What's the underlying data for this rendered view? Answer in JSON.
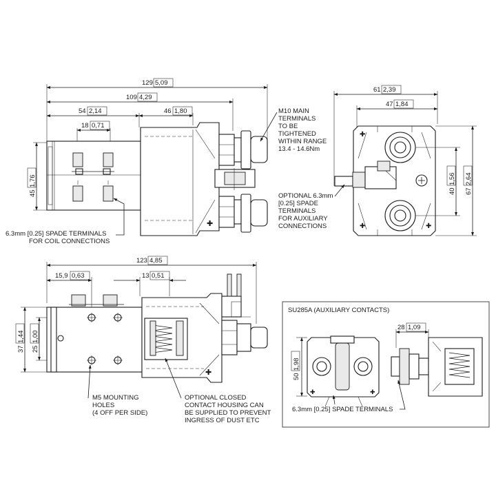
{
  "drawing": {
    "top_view": {
      "dims": {
        "overall": "129",
        "overall_in": "5,09",
        "to_terminal": "109",
        "to_terminal_in": "4,29",
        "coil_section": "54",
        "coil_section_in": "2,14",
        "spade_pitch": "18",
        "spade_pitch_in": "0,71",
        "housing": "46",
        "housing_in": "1,80",
        "height": "45",
        "height_in": "1,76"
      },
      "notes": {
        "main_terminals": [
          "M10 MAIN",
          "TERMINALS",
          "TO BE",
          "TIGHTENED",
          "WITHIN RANGE",
          "13.4 - 14.6Nm"
        ],
        "coil_spades": [
          "6.3mm [0.25] SPADE TERMINALS",
          "FOR COIL CONNECTIONS"
        ]
      }
    },
    "end_view": {
      "dims": {
        "width": "61",
        "width_in": "2,39",
        "inner_width": "47",
        "inner_width_in": "1,84",
        "terminal_pitch": "40",
        "terminal_pitch_in": "1,56",
        "height": "67",
        "height_in": "2,64"
      },
      "notes": {
        "aux_spades": [
          "OPTIONAL 6.3mm",
          "[0.25] SPADE",
          "TERMINALS",
          "FOR AUXILIARY",
          "CONNECTIONS"
        ]
      }
    },
    "side_view": {
      "dims": {
        "overall": "123",
        "overall_in": "4,85",
        "left_offset": "15,9",
        "left_offset_in": "0,63",
        "right_offset": "13",
        "right_offset_in": "0,51",
        "height": "37",
        "height_in": "1,44",
        "hole_pitch": "25",
        "hole_pitch_in": "1,00"
      },
      "notes": {
        "mounting": [
          "M5 MOUNTING",
          "HOLES",
          "(4 OFF PER SIDE)"
        ],
        "housing": [
          "OPTIONAL CLOSED",
          "CONTACT HOUSING CAN",
          "BE SUPPLIED TO PREVENT",
          "INGRESS OF DUST ETC"
        ]
      }
    },
    "su285a": {
      "title": "SU285A (AUXILIARY CONTACTS)",
      "dims": {
        "height": "50",
        "height_in": "1,98",
        "spade_offset": "28",
        "spade_offset_in": "1,09"
      },
      "notes": {
        "spades": "6.3mm [0.25] SPADE TERMINALS"
      }
    }
  }
}
